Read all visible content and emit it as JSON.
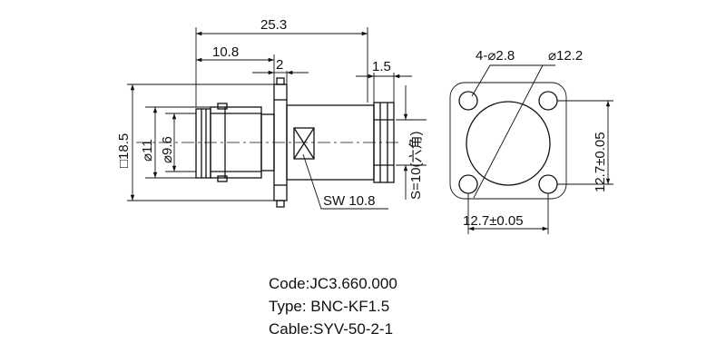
{
  "dimensions": {
    "overall_length": "25.3",
    "length_to_flange": "10.8",
    "flange_thickness": "2",
    "rear_length": "1.5",
    "flange_square": "□18.5",
    "outer_diameter": "⌀11",
    "inner_diameter": "⌀9.6",
    "wrench_size": "SW 10.8",
    "hex_size": "S=10(六角)",
    "hole_spec": "4-⌀2.8",
    "flange_circle": "⌀12.2",
    "hole_spacing_horizontal": "12.7±0.05",
    "hole_spacing_vertical": "12.7±0.05"
  },
  "info": {
    "code": "Code:JC3.660.000",
    "type": "Type: BNC-KF1.5",
    "cable": "Cable:SYV-50-2-1"
  }
}
